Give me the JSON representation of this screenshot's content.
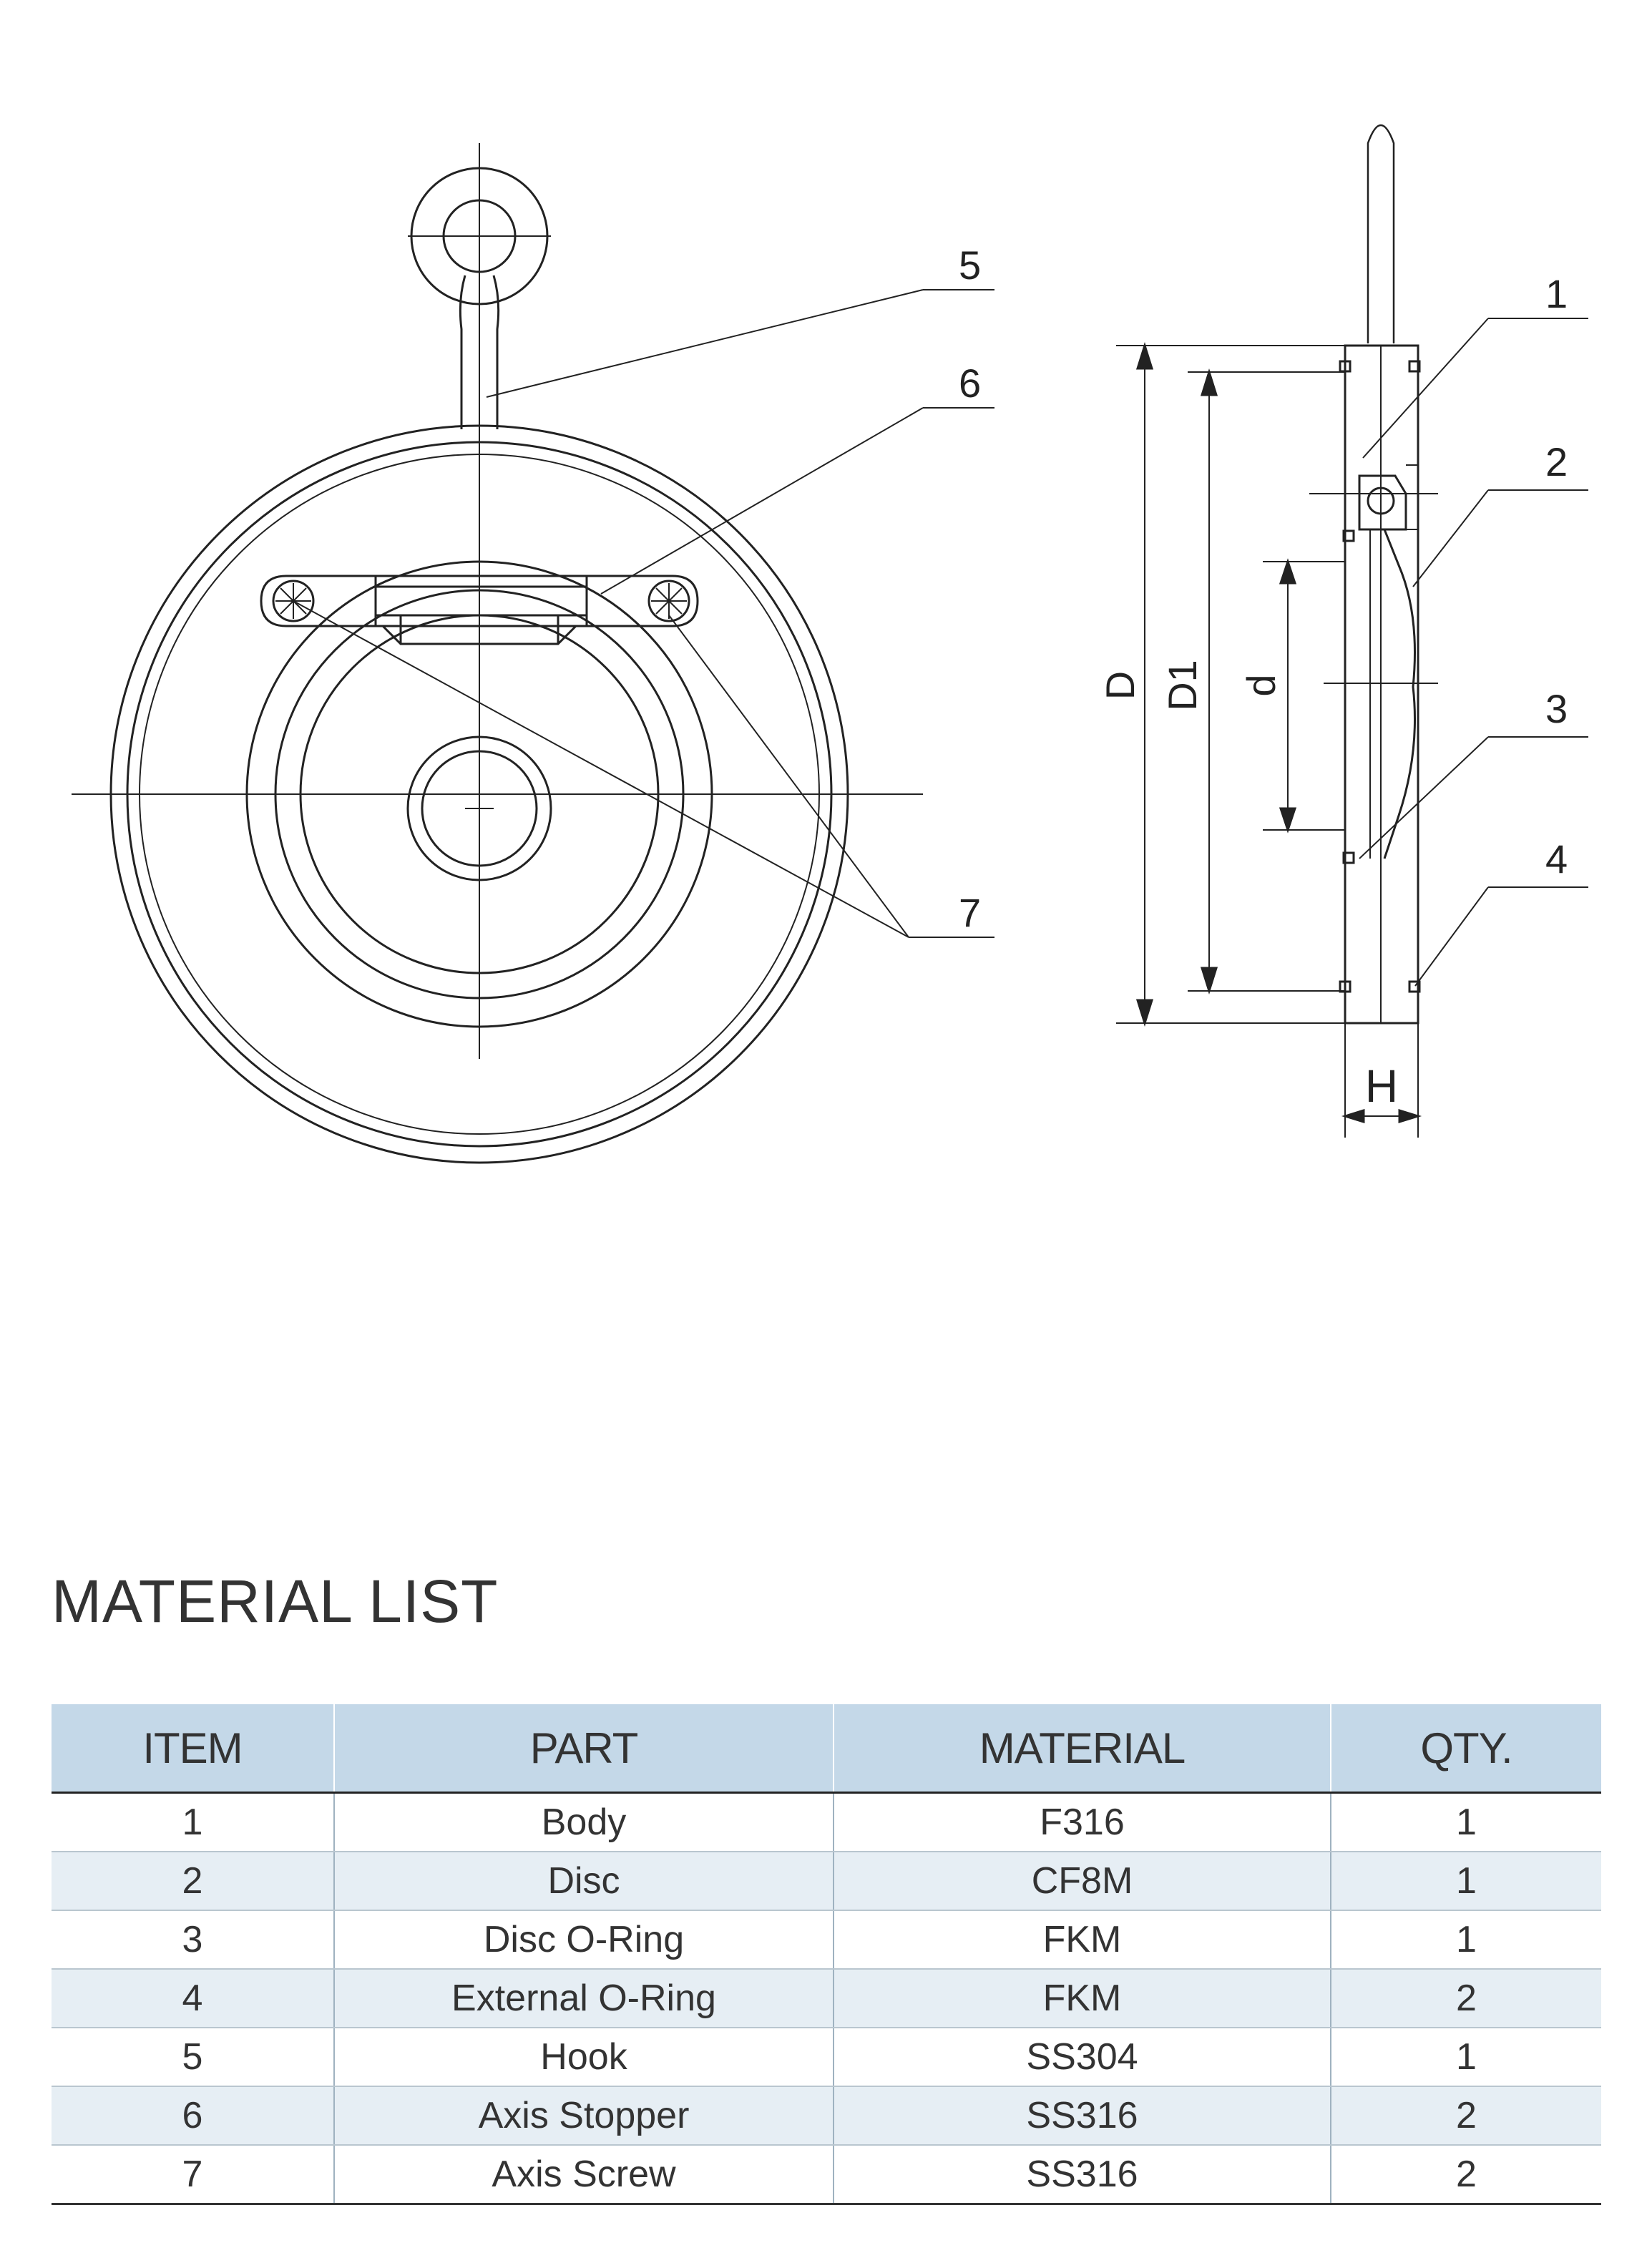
{
  "drawing": {
    "callouts": [
      "1",
      "2",
      "3",
      "4",
      "5",
      "6",
      "7"
    ],
    "dimensions": {
      "D": "D",
      "D1": "D1",
      "d": "d",
      "H": "H"
    }
  },
  "material_list": {
    "title": "MATERIAL LIST",
    "headers": {
      "item": "ITEM",
      "part": "PART",
      "material": "MATERIAL",
      "qty": "QTY."
    },
    "rows": [
      {
        "item": "1",
        "part": "Body",
        "material": "F316",
        "qty": "1"
      },
      {
        "item": "2",
        "part": "Disc",
        "material": "CF8M",
        "qty": "1"
      },
      {
        "item": "3",
        "part": "Disc O-Ring",
        "material": "FKM",
        "qty": "1"
      },
      {
        "item": "4",
        "part": "External O-Ring",
        "material": "FKM",
        "qty": "2"
      },
      {
        "item": "5",
        "part": "Hook",
        "material": "SS304",
        "qty": "1"
      },
      {
        "item": "6",
        "part": "Axis Stopper",
        "material": "SS316",
        "qty": "2"
      },
      {
        "item": "7",
        "part": "Axis Screw",
        "material": "SS316",
        "qty": "2"
      }
    ]
  },
  "colors": {
    "header_bg": "#c4d8e8",
    "row_alt_bg": "#e6eef4",
    "line": "#222222"
  }
}
